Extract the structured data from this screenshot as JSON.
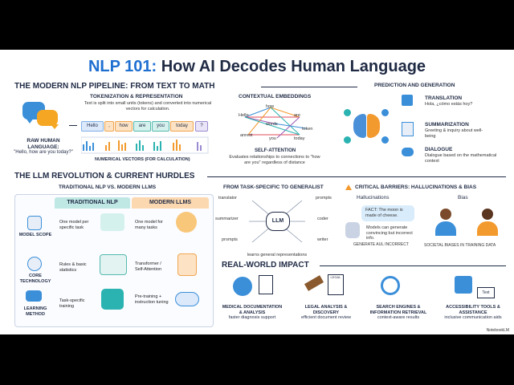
{
  "title": {
    "accent": "NLP 101:",
    "rest": " How AI Decodes Human Language"
  },
  "pipeline": {
    "heading": "THE MODERN NLP PIPELINE: FROM TEXT TO MATH",
    "raw": {
      "label": "RAW HUMAN LANGUAGE:",
      "quote": "\"Hello, how are you today?\""
    },
    "tokenization": {
      "title": "TOKENIZATION & REPRESENTATION",
      "desc": "Text is split into small units (tokens) and converted into numerical vectors for calculation.",
      "tokens": [
        "Hello",
        ",",
        "how",
        "are",
        "you",
        "today",
        "?"
      ],
      "vectors_label": "NUMERICAL VECTORS (FOR CALCULATION)"
    },
    "embeddings": {
      "title": "CONTEXTUAL EMBEDDINGS",
      "words": [
        "Hello",
        "how",
        "are",
        "words",
        "token",
        "anrest",
        "you",
        "today"
      ],
      "attention_title": "SELF-ATTENTION",
      "attention_desc": "Evaluates relationships to connections to \"how are you\" regardless of distance"
    },
    "prediction": {
      "title": "PREDICTION AND GENERATION",
      "items": [
        {
          "title": "TRANSLATION",
          "desc": "Hola, ¿cómo estás hoy?"
        },
        {
          "title": "SUMMARIZATION",
          "desc": "Greeting & inquiry about well-being"
        },
        {
          "title": "DIALOGUE",
          "desc": "Dialogue based on the mathematical context"
        }
      ]
    }
  },
  "llm": {
    "heading": "THE LLM REVOLUTION & CURRENT HURDLES",
    "comparison": {
      "title": "TRADITIONAL NLP VS. MODERN LLMS",
      "col_traditional": "TRADITIONAL NLP",
      "col_modern": "MODERN LLMS",
      "rows": [
        {
          "label": "MODEL SCOPE",
          "traditional": "One model per specific task",
          "modern": "One model for many tasks"
        },
        {
          "label": "CORE TECHNOLOGY",
          "traditional": "Rules & basic statistics",
          "modern": "Transformer / Self-Attention"
        },
        {
          "label": "LEARNING METHOD",
          "traditional": "Task-specific training",
          "modern": "Pre-training + instruction tuning"
        }
      ]
    },
    "generalist": {
      "title": "FROM TASK-SPECIFIC TO GENERALIST",
      "center": "LLM",
      "left": [
        "translator",
        "summarizer",
        "prompts"
      ],
      "right": [
        "prompts",
        "coder",
        "writer"
      ],
      "caption": "learns general representations"
    },
    "barriers": {
      "title": "CRITICAL BARRIERS: HALLUCINATIONS & BIAS",
      "hallucinations_title": "Hallucinations",
      "fact": "FACT: The moon is made of cheese.",
      "convincing": "Models can generate convincing but incorrect info.",
      "generate": "GENERATE AUL INCORRECT",
      "bias_title": "Bias",
      "bias_caption": "SOCIETAL BIASES IN TRAINING DATA"
    },
    "impact": {
      "heading": "REAL-WORLD IMPACT",
      "items": [
        {
          "title": "MEDICAL DOCUMENTATION & ANALYSIS",
          "desc": "faster diagnosis support"
        },
        {
          "title": "LEGAL ANALYSIS & DISCOVERY",
          "desc": "efficient document review"
        },
        {
          "title": "SEARCH ENGINES & INFORMATION RETRIEVAL",
          "desc": "context-aware results"
        },
        {
          "title": "ACCESSIBILITY TOOLS & ASSISTANCE",
          "desc": "inclusive communication aids"
        }
      ],
      "legal_doc": "LEGAL",
      "text_sign": "Text"
    }
  },
  "footer": "NotebookLM",
  "colors": {
    "accent": "#1f6fd1",
    "navy": "#1f2a44",
    "teal": "#2bb3b1",
    "orange": "#f39a2e"
  }
}
